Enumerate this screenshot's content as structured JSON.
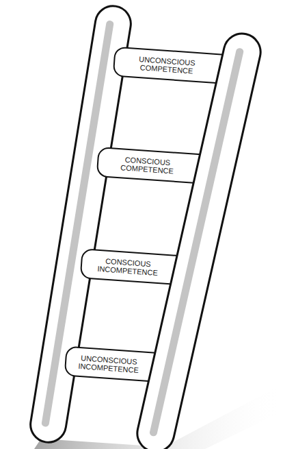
{
  "diagram": {
    "nodes": [
      {
        "text": [
          "UNCONSCIOUS COMPETENCE"
        ]
      },
      {
        "text": [
          "CONSCIOUS COMPETENCE"
        ]
      },
      {
        "text": [
          "CONSCIOUS INCOMPETENCE"
        ]
      },
      {
        "text": [
          "UNCONSCIOUS INCOMPETENCE"
        ]
      }
    ]
  }
}
